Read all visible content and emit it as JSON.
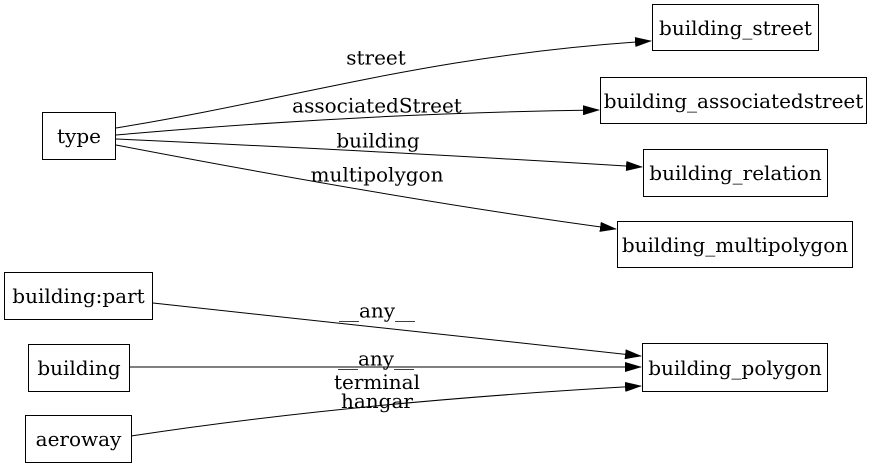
{
  "graph": {
    "background_color": "#ffffff",
    "stroke_color": "#000000",
    "text_color": "#000000",
    "nodes": [
      {
        "id": "type",
        "label": "type"
      },
      {
        "id": "building_street",
        "label": "building_street"
      },
      {
        "id": "building_associatedstreet",
        "label": "building_associatedstreet"
      },
      {
        "id": "building_relation",
        "label": "building_relation"
      },
      {
        "id": "building_multipolygon",
        "label": "building_multipolygon"
      },
      {
        "id": "building:part",
        "label": "building:part"
      },
      {
        "id": "building",
        "label": "building"
      },
      {
        "id": "aeroway",
        "label": "aeroway"
      },
      {
        "id": "building_polygon",
        "label": "building_polygon"
      }
    ],
    "edges": [
      {
        "from": "type",
        "to": "building_street",
        "label": "street"
      },
      {
        "from": "type",
        "to": "building_associatedstreet",
        "label": "associatedStreet"
      },
      {
        "from": "type",
        "to": "building_relation",
        "label": "building"
      },
      {
        "from": "type",
        "to": "building_multipolygon",
        "label": "multipolygon"
      },
      {
        "from": "building:part",
        "to": "building_polygon",
        "label": "__any__"
      },
      {
        "from": "building",
        "to": "building_polygon",
        "label": "__any__"
      },
      {
        "from": "aeroway",
        "to": "building_polygon",
        "label": "terminal\nhangar"
      }
    ]
  }
}
